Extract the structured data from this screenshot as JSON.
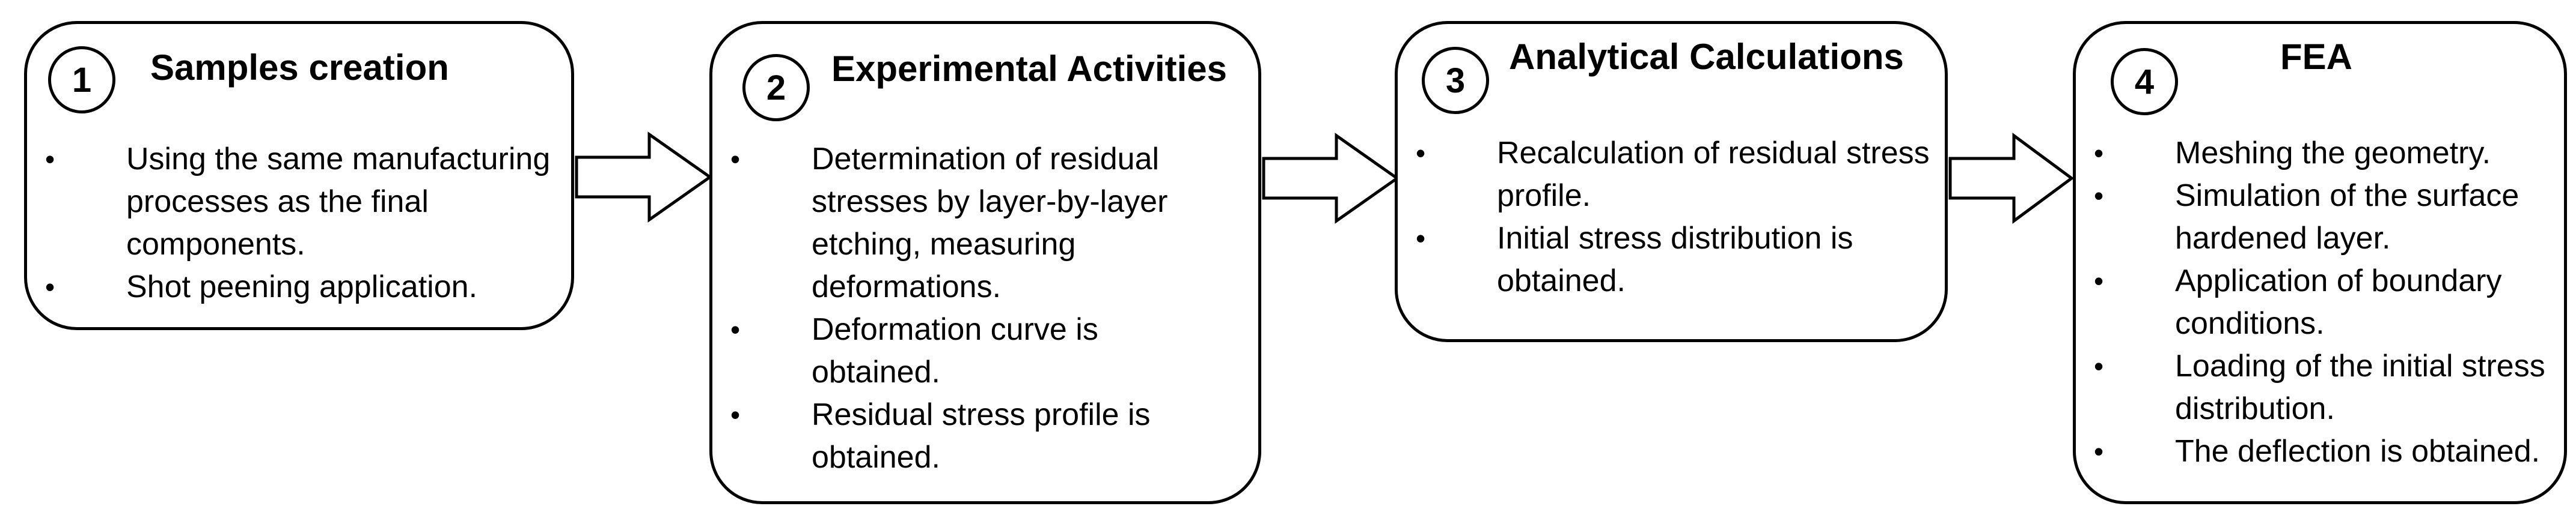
{
  "steps": [
    {
      "number": "1",
      "title": "Samples creation",
      "lines": [
        "Using the same manufacturing",
        "processes as the final",
        "components.",
        "Shot peening application."
      ]
    },
    {
      "number": "2",
      "title": "Experimental Activities",
      "lines": [
        "Determination of residual",
        "stresses by layer-by-layer",
        "etching, measuring",
        "deformations.",
        "Deformation curve is",
        "obtained.",
        "Residual stress profile is",
        "obtained."
      ]
    },
    {
      "number": "3",
      "title": "Analytical Calculations",
      "lines": [
        "Recalculation of residual stress",
        "profile.",
        "Initial stress distribution is",
        "obtained."
      ]
    },
    {
      "number": "4",
      "title": "FEA",
      "lines": [
        "Meshing the geometry.",
        "Simulation of the surface",
        "hardened layer.",
        "Application of boundary",
        "conditions.",
        "Loading of the initial stress",
        "distribution.",
        "The deflection is obtained."
      ]
    }
  ]
}
